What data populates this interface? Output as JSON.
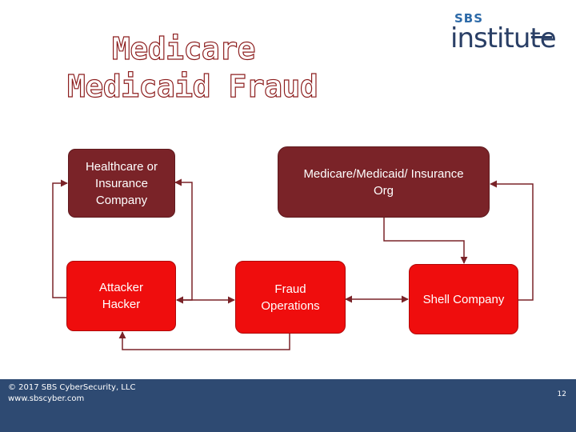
{
  "title": {
    "line1": "Medicare",
    "line2": "Medicaid Fraud"
  },
  "logo": {
    "top": "SBS",
    "main": "institute"
  },
  "diagram": {
    "health": "Healthcare or\nInsurance\nCompany",
    "org": "Medicare/Medicaid/ Insurance\nOrg",
    "attacker": "Attacker\nHacker",
    "fraud": "Fraud\nOperations",
    "shell": "Shell Company"
  },
  "footer": {
    "copyright": "© 2017 SBS CyberSecurity, LLC",
    "website": "www.sbscyber.com",
    "page": "12"
  },
  "colors": {
    "title_outline": "#8c1d1d",
    "dark_box": "#7a2328",
    "bright_box": "#ef0d0d",
    "connector": "#7a2328",
    "footer_bar": "#2e4a72",
    "logo_blue": "#2a3f66"
  }
}
